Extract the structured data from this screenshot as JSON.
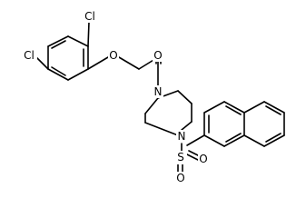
{
  "structure": {
    "atoms": [
      {
        "id": "cl_top",
        "symbol": "Cl"
      },
      {
        "id": "cl_left",
        "symbol": "Cl"
      },
      {
        "id": "o_ether",
        "symbol": "O"
      },
      {
        "id": "o_carbonyl",
        "symbol": "O"
      },
      {
        "id": "n_amide",
        "symbol": "N"
      },
      {
        "id": "n_sulfonyl",
        "symbol": "N"
      },
      {
        "id": "s",
        "symbol": "S"
      },
      {
        "id": "o_sulfonyl_right",
        "symbol": "O"
      },
      {
        "id": "o_sulfonyl_bottom",
        "symbol": "O"
      }
    ]
  },
  "colors": {
    "bond": "#000000",
    "label": "#000000",
    "background": "#ffffff"
  }
}
